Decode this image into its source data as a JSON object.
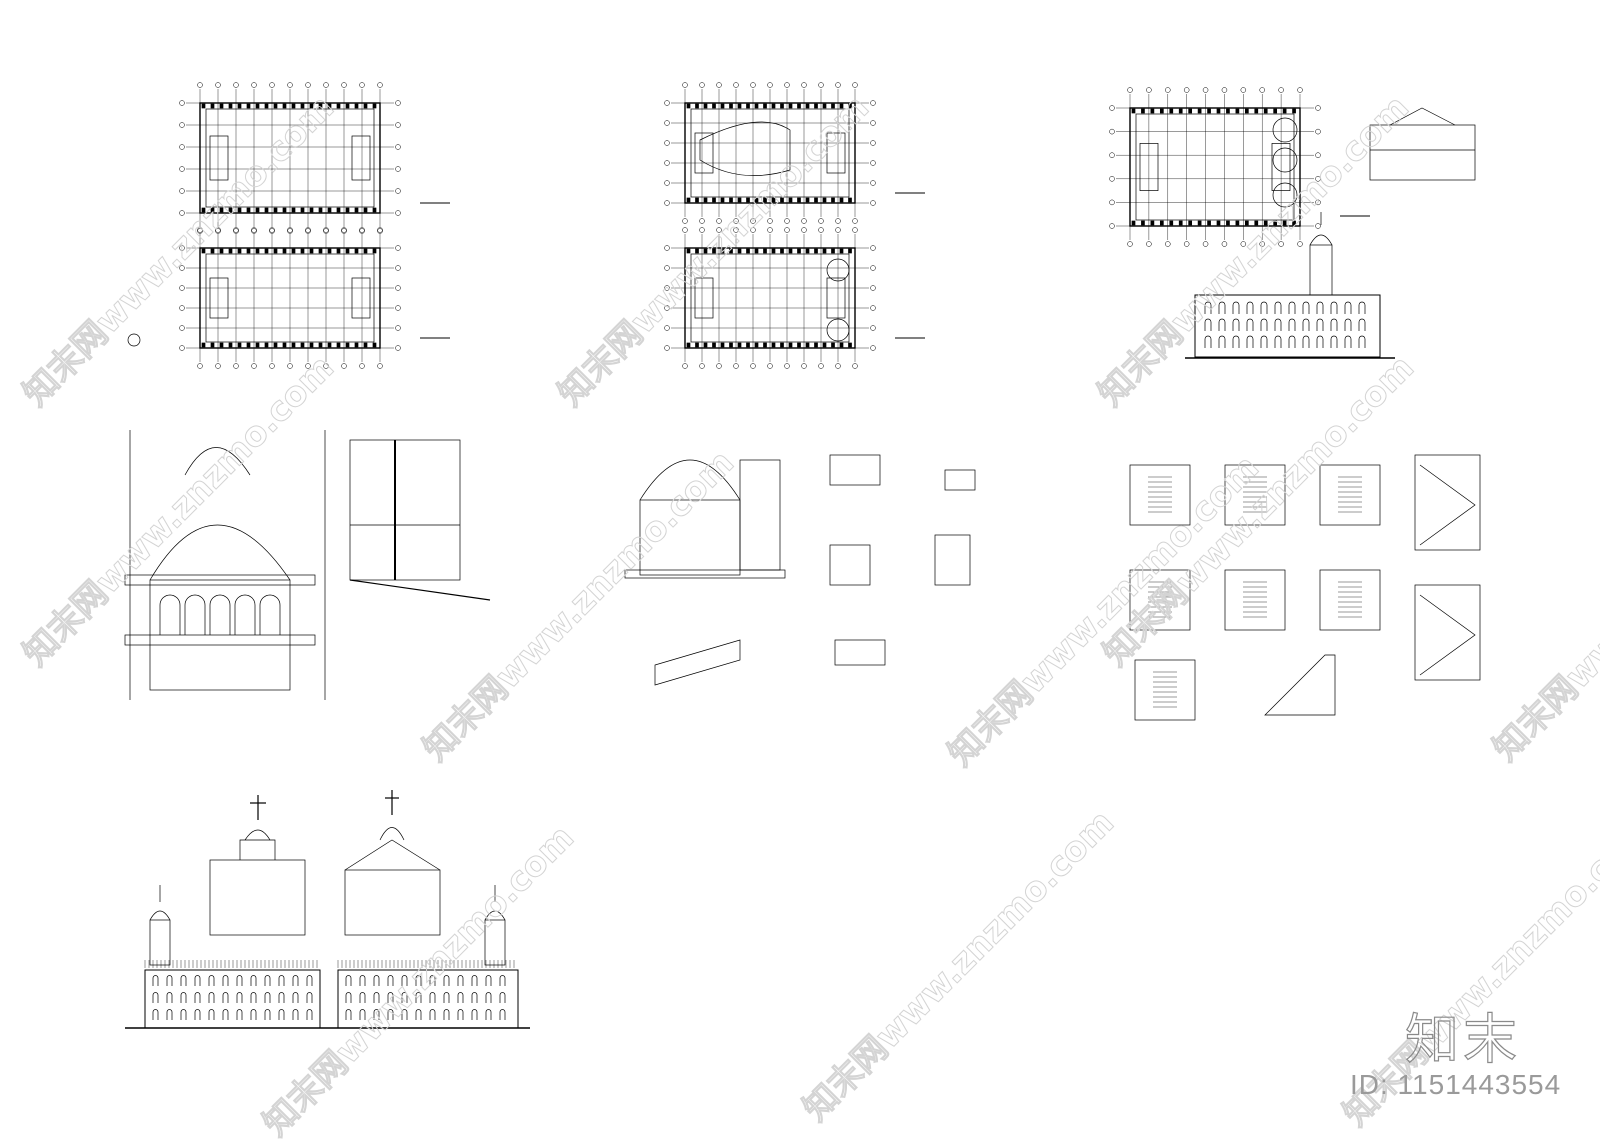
{
  "sheet": {
    "watermark_text": "知末网www.znzmo.com",
    "brand_logo": "知末",
    "id_label": "ID: 1151443554",
    "line_color": "#000000",
    "watermark_color": "#d4d4d4"
  }
}
